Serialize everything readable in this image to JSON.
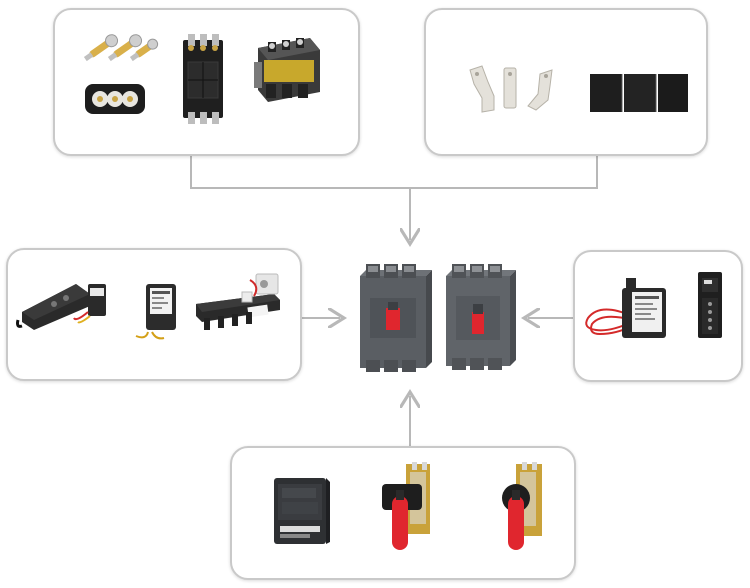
{
  "colors": {
    "panel_border": "#c9c9c9",
    "connector": "#b8b8b8",
    "breaker_body": "#5d6166",
    "handle_red": "#e0262e",
    "accent_yellow": "#c8a82c"
  },
  "panels": [
    {
      "name": "panel-top-left",
      "products": [
        "terminal-lugs",
        "terminal-cover",
        "plug-in-base",
        "drawout-base"
      ]
    },
    {
      "name": "panel-top-right",
      "products": [
        "connection-plates",
        "phase-barriers"
      ]
    },
    {
      "name": "panel-left",
      "products": [
        "shunt-release",
        "undervoltage-release",
        "aux-contact",
        "busbar-mechanism"
      ]
    },
    {
      "name": "panel-right",
      "products": [
        "auxiliary-alarm-contact",
        "terminal-block"
      ]
    },
    {
      "name": "panel-bottom",
      "products": [
        "motor-operator",
        "rotary-handle-a",
        "rotary-handle-b"
      ]
    }
  ],
  "center": {
    "products": [
      "molded-case-circuit-breaker-a",
      "molded-case-circuit-breaker-b"
    ]
  }
}
